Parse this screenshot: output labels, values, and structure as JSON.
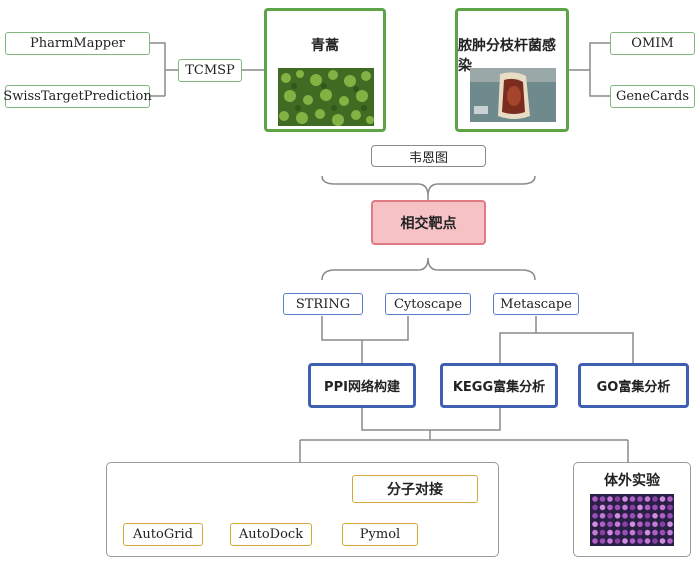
{
  "herb": {
    "title": "青蒿"
  },
  "disease": {
    "title": "脓肿分枝杆菌感染"
  },
  "herb_databases": [
    "PharmMapper",
    "SwissTargetPrediction"
  ],
  "herb_hub": "TCMSP",
  "disease_databases": [
    "OMIM",
    "GeneCards"
  ],
  "venn": "韦恩图",
  "intersection": "相交靶点",
  "tools": [
    "STRING",
    "Cytoscape",
    "Metascape"
  ],
  "analyses": [
    "PPI网络构建",
    "KEGG富集分析",
    "GO富集分析"
  ],
  "docking": {
    "title": "分子对接",
    "steps": [
      "AutoGrid",
      "AutoDock",
      "Pymol"
    ]
  },
  "experiment": {
    "title": "体外实验"
  },
  "colors": {
    "green": "#5da449",
    "blue": "#3f5fb0",
    "gold": "#d2a838",
    "pink": "#f6c2c6",
    "line": "#8a8a8a"
  }
}
